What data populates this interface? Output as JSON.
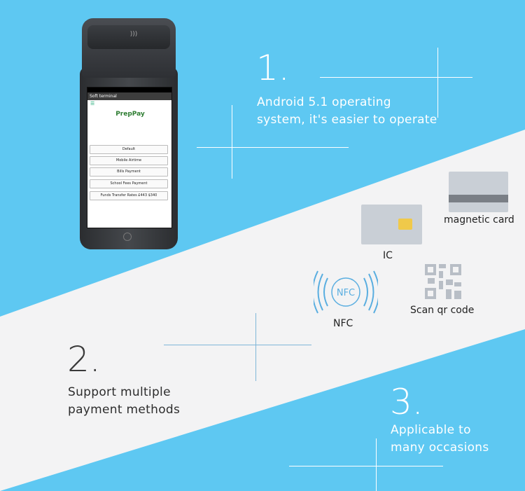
{
  "colors": {
    "sky_blue": "#5ec8f2",
    "light_gray": "#f3f3f4",
    "line_white": "#ffffff",
    "line_blue": "#7fb6d8",
    "card_gray": "#c9cfd6",
    "chip_gold": "#f0c94a",
    "nfc_blue": "#5aaee0"
  },
  "feature1": {
    "number": "1.",
    "line1": "Android 5.1 operating",
    "line2": "system, it's easier to operate"
  },
  "feature2": {
    "number": "2.",
    "line1": "Support multiple",
    "line2": "payment methods"
  },
  "feature3": {
    "number": "3.",
    "line1": "Applicable to",
    "line2": "many occasions"
  },
  "payment_methods": {
    "magnetic": "magnetic card",
    "ic": "IC",
    "nfc": "NFC",
    "nfc_badge": "NFC",
    "qr": "Scan qr code"
  },
  "device": {
    "app_title": "Soft terminal",
    "logo_text": "PrepPay",
    "buttons": [
      "Default",
      "Mobile Airtime",
      "Bills Payment",
      "School Fees Payment",
      "Funds Transfer Rates £443 $340"
    ]
  }
}
